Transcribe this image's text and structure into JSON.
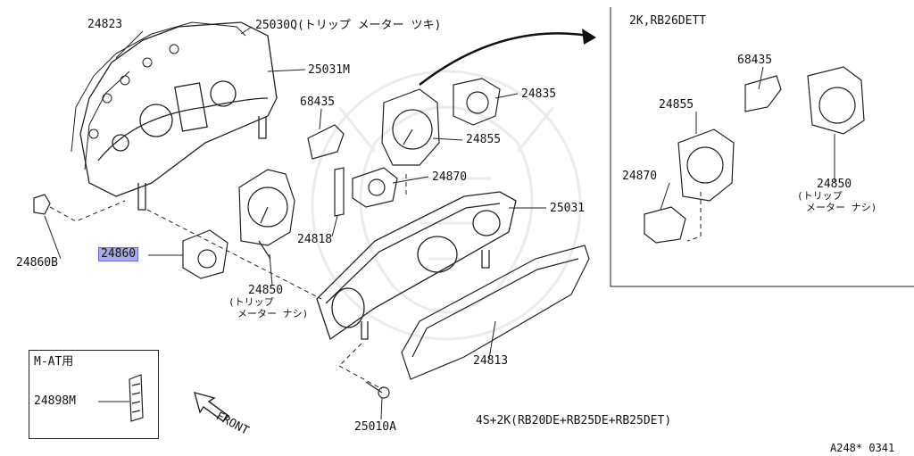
{
  "diagram_ref": "A248* 0341",
  "variant_note_main": "4S+2K(RB20DE+RB25DE+RB25DET)",
  "inset_right": {
    "title": "2K,RB26DETT"
  },
  "inset_matic": {
    "title": "M-AT用"
  },
  "front_label": "FRONT",
  "parts": {
    "p24823": "24823",
    "p25030q": "25030Q(トリップ メーター ツキ)",
    "p25031m": "25031M",
    "p68435": "68435",
    "p24835": "24835",
    "p24855": "24855",
    "p24870": "24870",
    "p25031": "25031",
    "p24818": "24818",
    "p24850": "24850",
    "p24850_note_1": "(トリップ",
    "p24850_note_2": "メーター ナシ)",
    "p24860b": "24860B",
    "p24860": "24860",
    "p24813": "24813",
    "p25010a": "25010A",
    "p24898m": "24898M",
    "inset_68435": "68435",
    "inset_24855": "24855",
    "inset_24870": "24870",
    "inset_24850": "24850",
    "inset_24850_note_1": "(トリップ",
    "inset_24850_note_2": "メーター ナシ)"
  },
  "highlight_color": "#a9a9e8"
}
